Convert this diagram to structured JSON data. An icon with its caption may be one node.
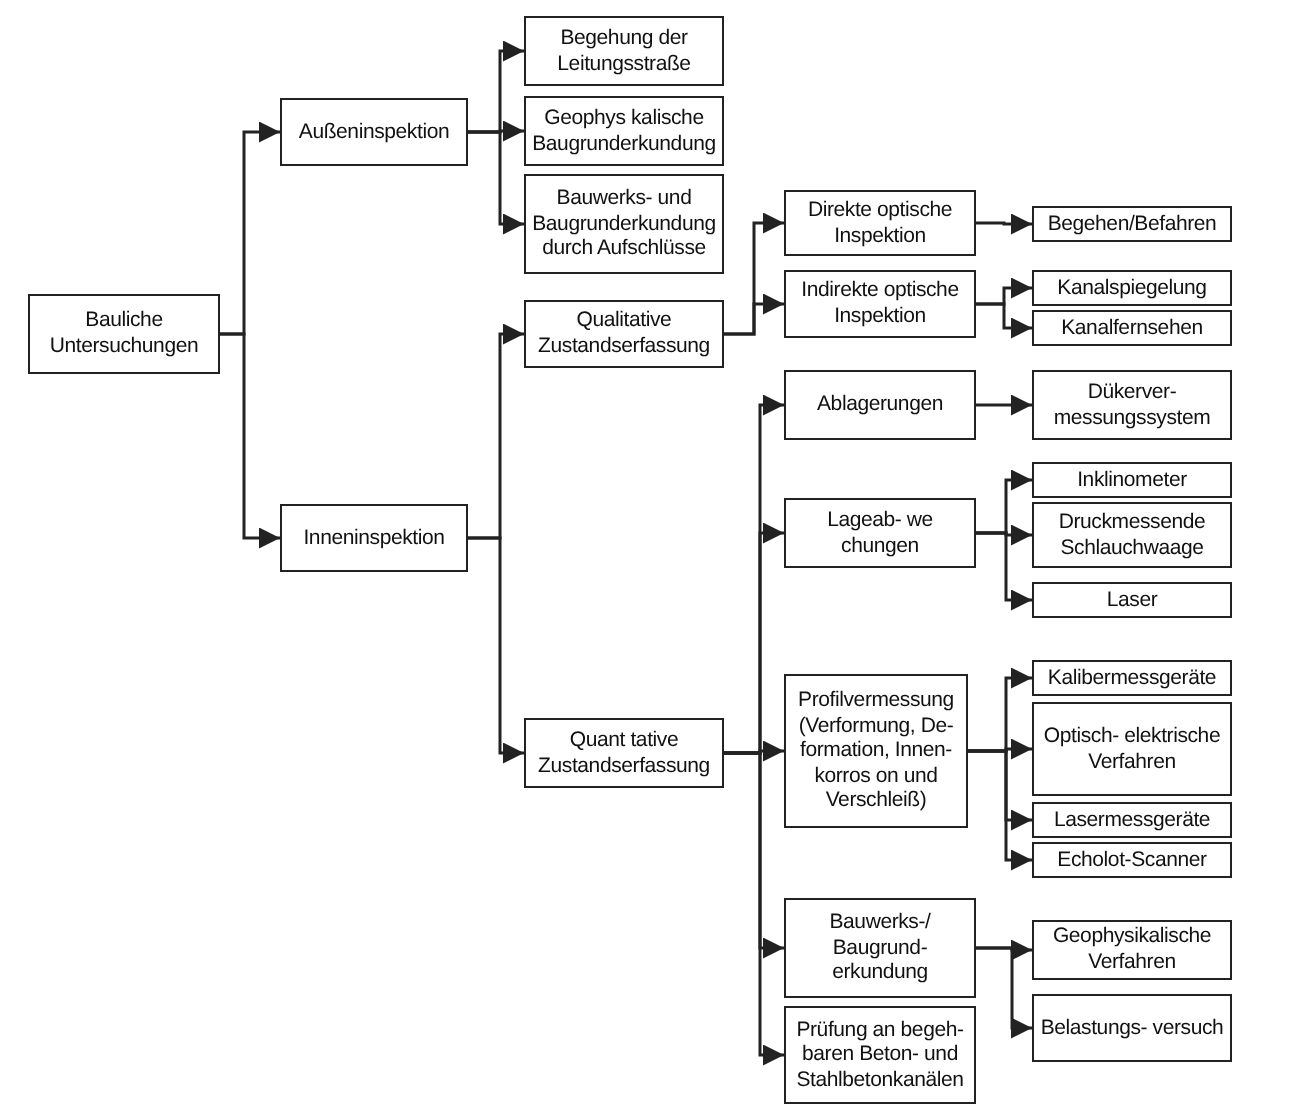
{
  "diagram": {
    "nodes": [
      {
        "text": [
          "Bauliche Untersuchungen"
        ]
      },
      {
        "text": [
          "Außeninspektion"
        ]
      },
      {
        "text": [
          "Begehung der Leitungsstraße"
        ]
      },
      {
        "text": [
          "Geophys kalische Baugrunderkundung"
        ]
      },
      {
        "text": [
          "Bauwerks- und Baugrunderkundung durch Aufschlüsse"
        ]
      },
      {
        "text": [
          "Inneninspektion"
        ]
      },
      {
        "text": [
          "Qualitative Zustandserfassung"
        ]
      },
      {
        "text": [
          "Quant tative Zustandserfassung"
        ]
      },
      {
        "text": [
          "Direkte optische Inspektion"
        ]
      },
      {
        "text": [
          "Begehen/Befahren"
        ]
      },
      {
        "text": [
          "Indirekte optische Inspektion"
        ]
      },
      {
        "text": [
          "Kanalspiegelung"
        ]
      },
      {
        "text": [
          "Kanalfernsehen"
        ]
      },
      {
        "text": [
          "Ablagerungen"
        ]
      },
      {
        "text": [
          "Dükerver- messungssystem"
        ]
      },
      {
        "text": [
          "Lageab- we chungen"
        ]
      },
      {
        "text": [
          "Inklinometer"
        ]
      },
      {
        "text": [
          "Druckmessende Schlauchwaage"
        ]
      },
      {
        "text": [
          "Laser"
        ]
      },
      {
        "text": [
          "Profilvermessung (Verformung, De- formation, Innen- korros on und Verschleiß)"
        ]
      },
      {
        "text": [
          "Kalibermessgeräte"
        ]
      },
      {
        "text": [
          "Optisch- elektrische Verfahren"
        ]
      },
      {
        "text": [
          "Lasermessgeräte"
        ]
      },
      {
        "text": [
          "Echolot-Scanner"
        ]
      },
      {
        "text": [
          "Bauwerks-/ Baugrund- erkundung"
        ]
      },
      {
        "text": [
          "Prüfung an begeh- baren Beton- und Stahlbetonkanälen"
        ]
      },
      {
        "text": [
          "Geophysikalische Verfahren"
        ]
      },
      {
        "text": [
          "Belastungs- versuch"
        ]
      }
    ],
    "edges": [
      {
        "from": 0,
        "to": 1,
        "arrow": "to"
      },
      {
        "from": 0,
        "to": 5,
        "arrow": "to"
      },
      {
        "from": 1,
        "to": 2,
        "arrow": "to"
      },
      {
        "from": 1,
        "to": 3,
        "arrow": "to"
      },
      {
        "from": 1,
        "to": 4,
        "arrow": "to"
      },
      {
        "from": 5,
        "to": 6,
        "arrow": "to"
      },
      {
        "from": 5,
        "to": 7,
        "arrow": "to"
      },
      {
        "from": 6,
        "to": 8,
        "arrow": "to"
      },
      {
        "from": 6,
        "to": 10,
        "arrow": "to"
      },
      {
        "from": 8,
        "to": 9,
        "arrow": "to"
      },
      {
        "from": 10,
        "to": 11,
        "arrow": "to"
      },
      {
        "from": 10,
        "to": 12,
        "arrow": "to"
      },
      {
        "from": 7,
        "to": 13,
        "arrow": "to"
      },
      {
        "from": 7,
        "to": 15,
        "arrow": "to"
      },
      {
        "from": 7,
        "to": 19,
        "arrow": "to"
      },
      {
        "from": 7,
        "to": 24,
        "arrow": "to"
      },
      {
        "from": 7,
        "to": 25,
        "arrow": "to"
      },
      {
        "from": 13,
        "to": 14,
        "arrow": "to"
      },
      {
        "from": 15,
        "to": 16,
        "arrow": "to"
      },
      {
        "from": 15,
        "to": 17,
        "arrow": "to"
      },
      {
        "from": 15,
        "to": 18,
        "arrow": "to"
      },
      {
        "from": 19,
        "to": 20,
        "arrow": "to"
      },
      {
        "from": 19,
        "to": 21,
        "arrow": "to"
      },
      {
        "from": 19,
        "to": 22,
        "arrow": "to"
      },
      {
        "from": 19,
        "to": 23,
        "arrow": "to"
      },
      {
        "from": 24,
        "to": 26,
        "arrow": "to"
      },
      {
        "from": 24,
        "to": 27,
        "arrow": "to"
      }
    ]
  }
}
